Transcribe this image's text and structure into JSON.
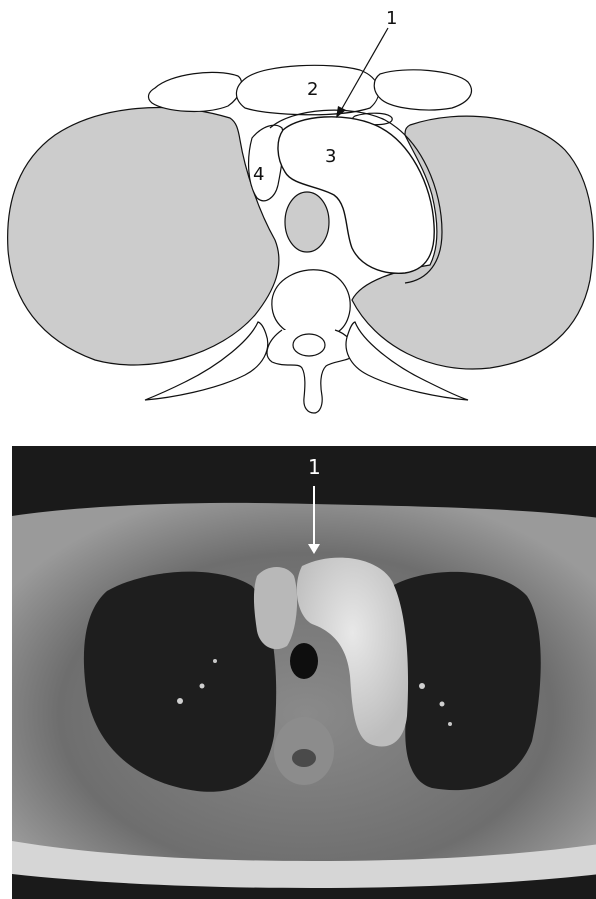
{
  "diagram": {
    "labels": {
      "label_1": "1",
      "label_2": "2",
      "label_3": "3",
      "label_4": "4"
    },
    "colors": {
      "lung": "#cccccc",
      "outline": "#111111",
      "background": "#ffffff"
    }
  },
  "mri": {
    "label_1": "1",
    "colors": {
      "background": "#1a1a1a",
      "arrow": "#ffffff"
    }
  }
}
